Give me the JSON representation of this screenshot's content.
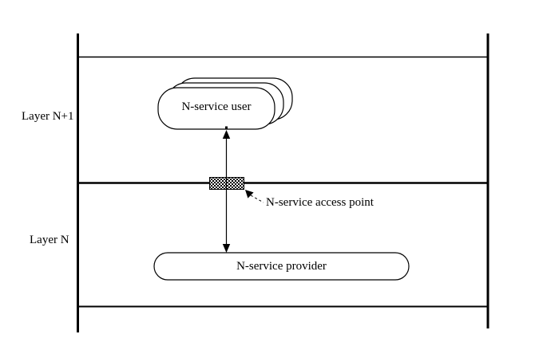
{
  "labels": {
    "layer_upper": "Layer N+1",
    "layer_lower": "Layer N",
    "service_user": "N-service user",
    "service_provider": "N-service provider",
    "access_point": "N-service access point"
  },
  "colors": {
    "ink": "#000000",
    "background": "#ffffff"
  }
}
